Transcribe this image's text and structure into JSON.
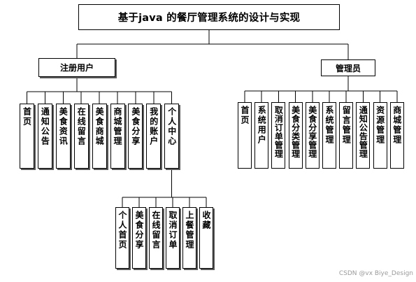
{
  "title": "基于java 的餐厅管理系统的设计与实现",
  "groups": [
    {
      "label": "注册用户",
      "children": [
        "首页",
        "通知公告",
        "美食资讯",
        "在线留言",
        "美食商城",
        "商城管理",
        "美食分享",
        "我的账户",
        "个人中心"
      ],
      "subgroup": {
        "parent": "个人中心",
        "children": [
          "个人首页",
          "美食分享",
          "在线留言",
          "取消订单",
          "上餐管理",
          "收藏"
        ]
      }
    },
    {
      "label": "管理员",
      "children": [
        "首页",
        "系统用户",
        "取消订单管理",
        "美食分类管理",
        "美食分享管理",
        "系统管理",
        "留言管理",
        "通知公告管理",
        "资源管理",
        "商城管理"
      ]
    }
  ],
  "watermark": "CSDN @vx Biye_Design"
}
